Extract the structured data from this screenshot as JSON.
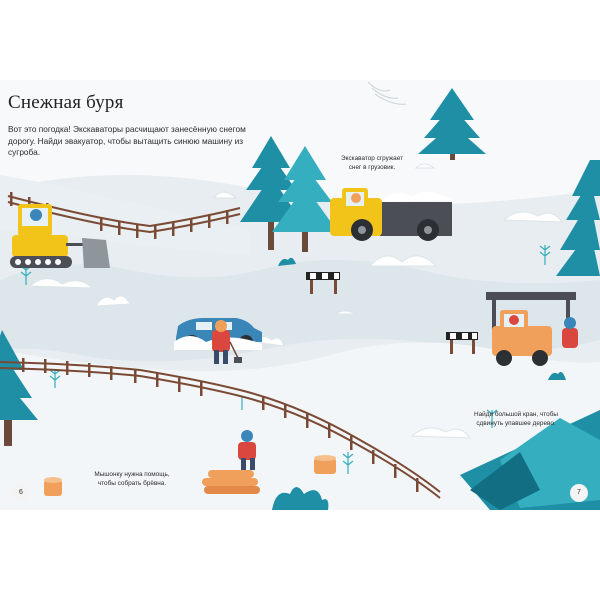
{
  "page": {
    "title": "Снежная буря",
    "intro": "Вот это погодка! Экскаваторы расчищают занесённую снегом дорогу. Найди эвакуатор, чтобы вытащить синюю машину из сугроба.",
    "captions": {
      "excavator": "Экскаватор сгружает снег в грузовик.",
      "crane": "Найди большой кран, чтобы сдвинуть упавшее дерево.",
      "help": "Мышонку нужна помощь, чтобы собрать брёвна."
    },
    "page_numbers": {
      "left": "6",
      "right": "7"
    }
  },
  "colors": {
    "snow_shadow": "#dde6ea",
    "snow": "#f5f8fa",
    "tree_teal": "#1f8fa6",
    "tree_light": "#35aebf",
    "tree_dark": "#126f83",
    "fence": "#7a4a34",
    "yellow": "#f2c318",
    "car_blue": "#3a86b8",
    "truck_grey": "#4b4f55",
    "orange": "#f0a05a",
    "red": "#d9473e",
    "trunk": "#6c4a3a"
  },
  "icons": {
    "trees": "pine-tree-icon",
    "bulldozer": "bulldozer-icon",
    "dump_truck": "dump-truck-icon",
    "car": "car-icon",
    "crane_truck": "crane-truck-icon",
    "barrier": "road-barrier-icon",
    "logs": "log-pile-icon",
    "stump": "stump-icon",
    "bush": "bush-icon",
    "fallen_tree": "fallen-tree-icon"
  }
}
